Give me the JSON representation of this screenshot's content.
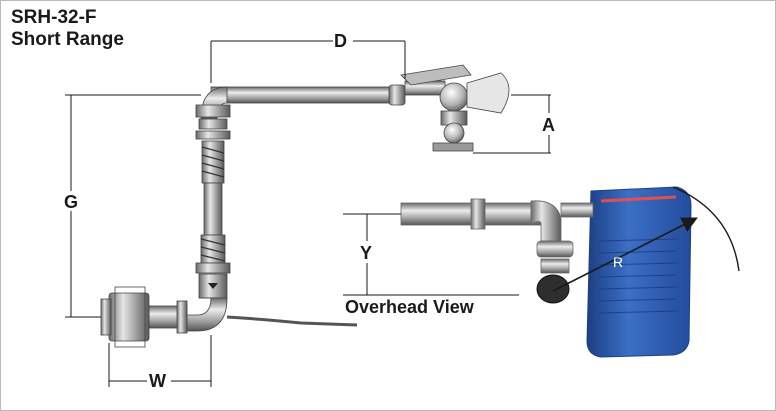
{
  "title": {
    "line1": "SRH-32-F",
    "line2": "Short Range"
  },
  "dimensions": {
    "d": "D",
    "a": "A",
    "g": "G",
    "w": "W",
    "y": "Y",
    "r": "R"
  },
  "overhead_view_label": "Overhead View",
  "colors": {
    "frame_border": "#b9b9b9",
    "line": "#333333",
    "metal_light": "#d8d8d8",
    "metal_mid": "#9a9a9a",
    "metal_dark": "#4a4a4a",
    "truck_blue": "#2f5fb3",
    "truck_blue_dark": "#1d3f84"
  }
}
